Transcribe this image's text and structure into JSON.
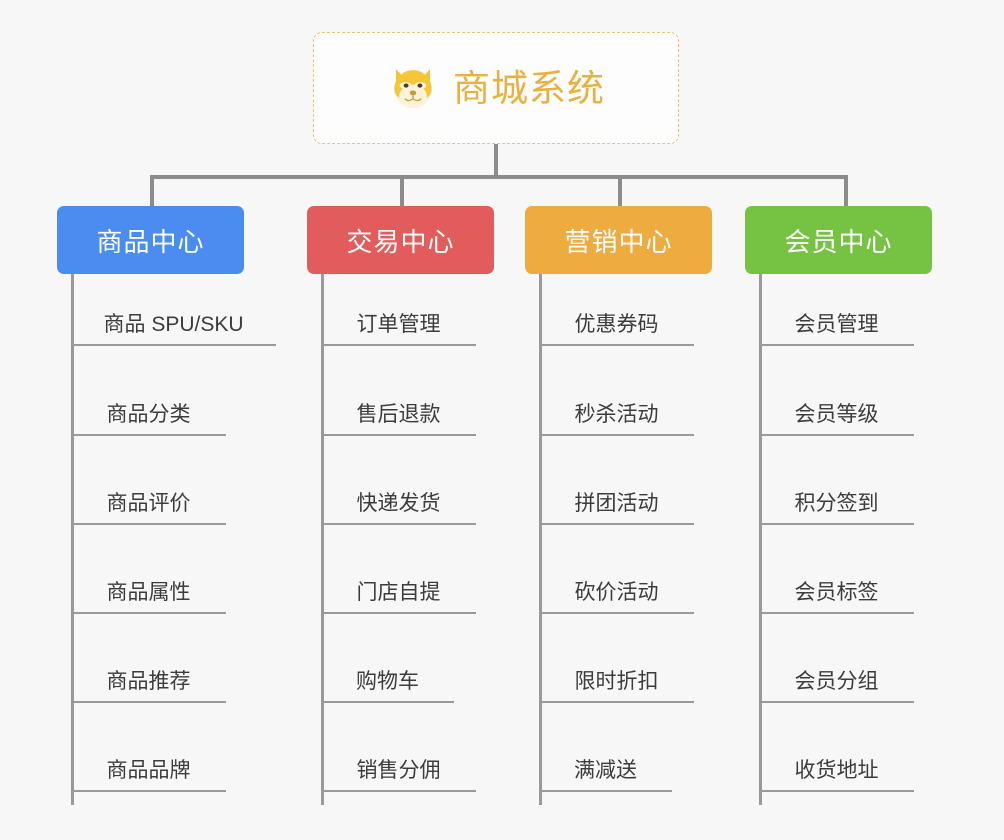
{
  "background_color": "#f7f7f8",
  "root": {
    "icon": "shiba-dog-face-icon",
    "title": "商城系统",
    "title_color": "#e9b13f",
    "border_color": "#f0c276"
  },
  "connector_color": "#8c8c8c",
  "branches": [
    {
      "label": "商品中心",
      "color": "#4a8cf0",
      "items": [
        "商品 SPU/SKU",
        "商品分类",
        "商品评价",
        "商品属性",
        "商品推荐",
        "商品品牌"
      ]
    },
    {
      "label": "交易中心",
      "color": "#e25c5c",
      "items": [
        "订单管理",
        "售后退款",
        "快递发货",
        "门店自提",
        "购物车",
        "销售分佣"
      ]
    },
    {
      "label": "营销中心",
      "color": "#eeab40",
      "items": [
        "优惠券码",
        "秒杀活动",
        "拼团活动",
        "砍价活动",
        "限时折扣",
        "满减送"
      ]
    },
    {
      "label": "会员中心",
      "color": "#76c344",
      "items": [
        "会员管理",
        "会员等级",
        "积分签到",
        "会员标签",
        "会员分组",
        "收货地址"
      ]
    }
  ]
}
